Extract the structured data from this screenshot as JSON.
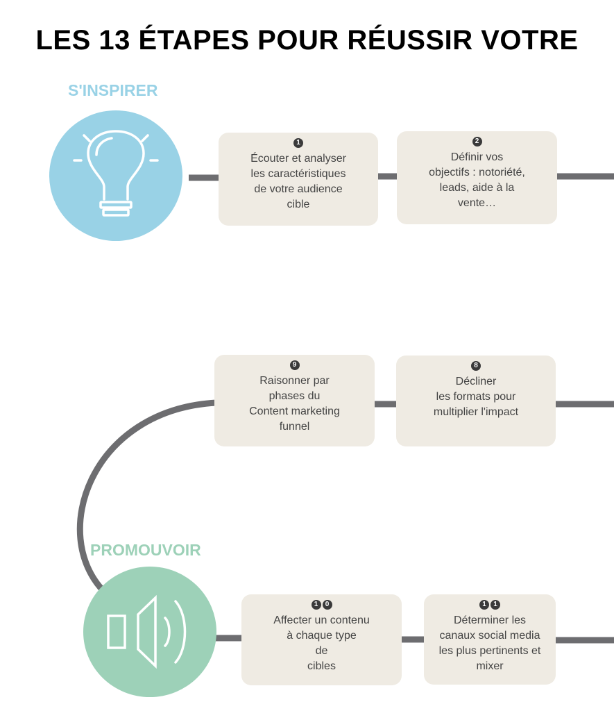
{
  "title": "LES 13 ÉTAPES POUR RÉUSSIR VOTRE",
  "colors": {
    "inspire": "#99d2e6",
    "promote": "#9dd1b8",
    "card": "#efebe3",
    "connector": "#6d6d70",
    "badge": "#3a3a3a"
  },
  "sections": {
    "inspirer": {
      "label": "S'INSPIRER",
      "icon": "lightbulb-icon"
    },
    "promouvoir": {
      "label": "PROMOUVOIR",
      "icon": "speaker-icon"
    }
  },
  "steps": {
    "s1": {
      "num": [
        "1"
      ],
      "text": "Écouter et analyser\nles caractéristiques\nde votre audience\ncible"
    },
    "s2": {
      "num": [
        "2"
      ],
      "text": "Définir vos\nobjectifs : notoriété,\nleads, aide à la\nvente…"
    },
    "s9": {
      "num": [
        "9"
      ],
      "text": "Raisonner par\nphases du\nContent marketing\nfunnel"
    },
    "s8": {
      "num": [
        "8"
      ],
      "text": "Décliner\nles formats pour\nmultiplier l'impact"
    },
    "s10": {
      "num": [
        "1",
        "0"
      ],
      "text": "Affecter un contenu\nà chaque type\nde\ncibles"
    },
    "s11": {
      "num": [
        "1",
        "1"
      ],
      "text": "Déterminer les\ncanaux social media\nles plus pertinents et\nmixer"
    }
  }
}
